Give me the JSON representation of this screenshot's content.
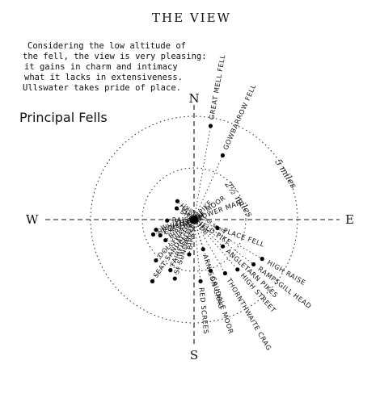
{
  "title": "THE VIEW",
  "intro_lines": [
    "Considering the low altitude of",
    "the fell, the view is very pleasing:",
    "it gains in charm and intimacy",
    "what it lacks in extensiveness.",
    "Ullswater takes pride of place."
  ],
  "section_heading": "Principal Fells",
  "compass": {
    "north": "N",
    "south": "S",
    "east": "E",
    "west": "W"
  },
  "distance_labels": {
    "inner": "2½ miles",
    "outer": "5 miles"
  },
  "fells": [
    {
      "name": "GREAT MELL FELL",
      "bearing": 10,
      "miles": 4.6
    },
    {
      "name": "GOWBARROW FELL",
      "bearing": 24,
      "miles": 3.4
    },
    {
      "name": "HART SIDE",
      "bearing": 318,
      "miles": 1.2
    },
    {
      "name": "SHEFFIELD PIKE",
      "note": "(summit not seen)",
      "bearing": 303,
      "miles": 1.0
    },
    {
      "name": "RAISE",
      "bearing": 268,
      "miles": 1.3
    },
    {
      "name": "WHITE SIDE",
      "bearing": 255,
      "miles": 1.9
    },
    {
      "name": "HELVELLYN LOWER MAN",
      "bearing": 250,
      "miles": 2.1
    },
    {
      "name": "CATSTYCAM",
      "bearing": 245,
      "miles": 1.8
    },
    {
      "name": "BIRKHOUSE MOOR",
      "bearing": 234,
      "miles": 1.7
    },
    {
      "name": "DOLLYWAGGON PIKE",
      "bearing": 223,
      "miles": 2.7
    },
    {
      "name": "SEAT SANDAL",
      "bearing": 214,
      "miles": 3.6
    },
    {
      "name": "FAIRFIELD",
      "bearing": 205,
      "miles": 2.7
    },
    {
      "name": "St SUNDAY CRAG",
      "bearing": 198,
      "miles": 3.0
    },
    {
      "name": "BIRKS",
      "bearing": 188,
      "miles": 1.7
    },
    {
      "name": "PLACE FELL",
      "bearing": 110,
      "miles": 1.2
    },
    {
      "name": "ANGLETARN PIKES",
      "bearing": 133,
      "miles": 1.9
    },
    {
      "name": "ARNISON CRAG",
      "bearing": 163,
      "miles": 1.5
    },
    {
      "name": "HIGH RAISE",
      "bearing": 120,
      "miles": 3.8
    },
    {
      "name": "RAMPSGILL HEAD",
      "bearing": 127,
      "miles": 3.6
    },
    {
      "name": "HIGH STREET",
      "bearing": 139,
      "miles": 3.2
    },
    {
      "name": "THORNTHWAITE CRAG",
      "bearing": 150,
      "miles": 3.0
    },
    {
      "name": "CAUDALE MOOR",
      "bearing": 162,
      "miles": 2.6
    },
    {
      "name": "RED SCREES",
      "bearing": 174,
      "miles": 3.0
    }
  ]
}
